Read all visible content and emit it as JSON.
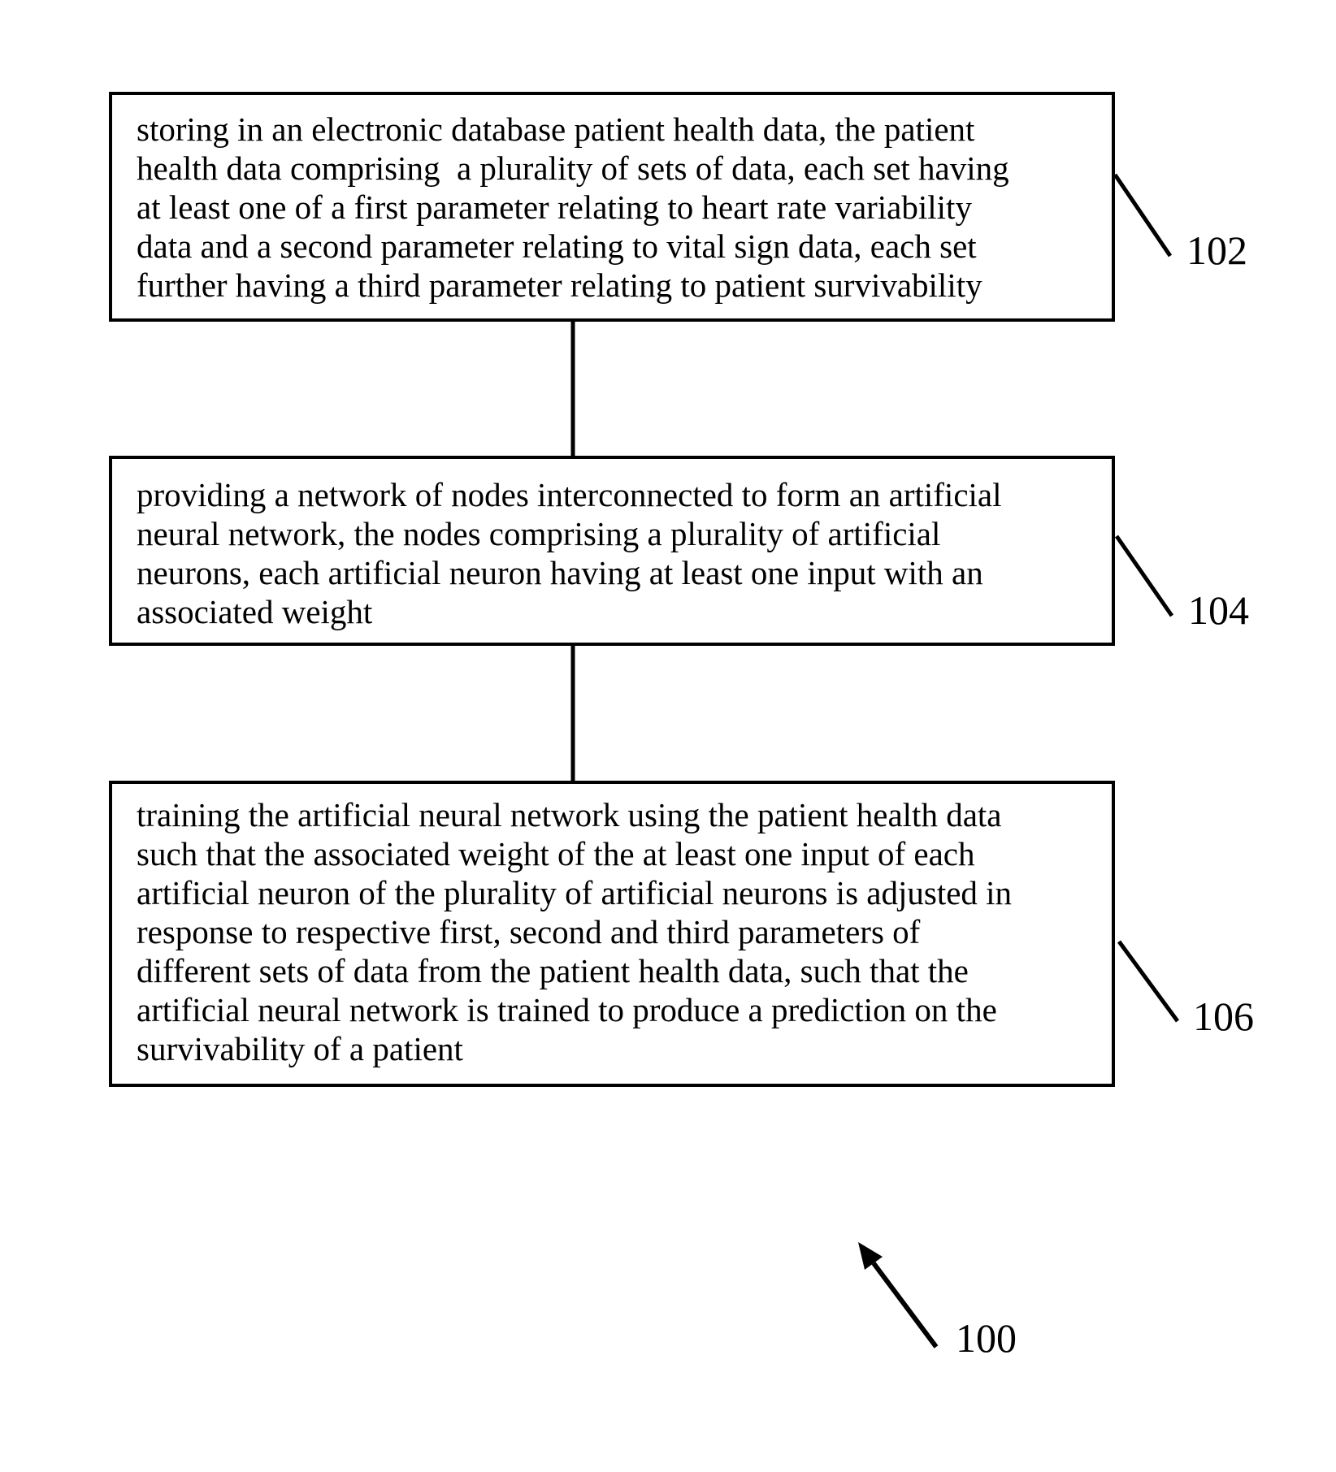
{
  "figure": {
    "kind": "patent-flowchart",
    "figure_ref": "100",
    "colors": {
      "ink": "#000000",
      "background": "#ffffff"
    },
    "steps": [
      {
        "ref": "102",
        "text": "storing in an electronic database patient health data, the patient\nhealth data comprising  a plurality of sets of data, each set having\nat least one of a first parameter relating to heart rate variability\ndata and a second parameter relating to vital sign data, each set\nfurther having a third parameter relating to patient survivability"
      },
      {
        "ref": "104",
        "text": "providing a network of nodes interconnected to form an artificial\nneural network, the nodes comprising a plurality of artificial\nneurons, each artificial neuron having at least one input with an\nassociated weight"
      },
      {
        "ref": "106",
        "text": "training the artificial neural network using the patient health data\nsuch that the associated weight of the at least one input of each\nartificial neuron of the plurality of artificial neurons is adjusted in\nresponse to respective first, second and third parameters of\ndifferent sets of data from the patient health data, such that the\nartificial neural network is trained to produce a prediction on the\nsurvivability of a patient"
      }
    ]
  }
}
